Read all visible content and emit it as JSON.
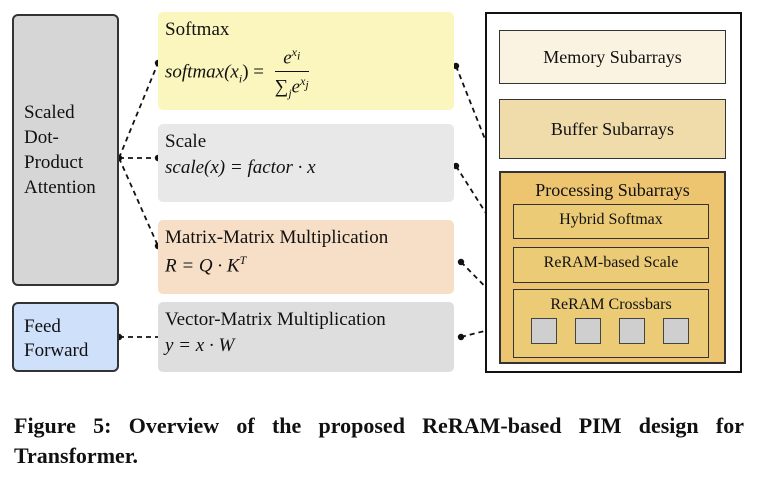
{
  "left": {
    "attention_lines": [
      "Scaled",
      "Dot-",
      "Product",
      "Attention"
    ],
    "feedforward_lines": [
      "Feed",
      "Forward"
    ]
  },
  "operations": {
    "softmax": {
      "title": "Softmax",
      "formula_lhs": "softmax(x",
      "formula_sub": "i",
      "formula_rhs": ") =",
      "num_base": "e",
      "num_exp": "x",
      "num_exp_sub": "i",
      "den_sum": "∑",
      "den_sub": "j",
      "den_base": "e",
      "den_exp": "x",
      "den_exp_sub": "j"
    },
    "scale": {
      "title": "Scale",
      "formula": "scale(x) = factor · x"
    },
    "matmul": {
      "title": "Matrix-Matrix Multiplication",
      "formula": "R = Q · K",
      "formula_sup": "T"
    },
    "vecmat": {
      "title": "Vector-Matrix Multiplication",
      "formula": "y = x · W"
    }
  },
  "pim": {
    "memory": "Memory Subarrays",
    "buffer": "Buffer Subarrays",
    "processing": "Processing Subarrays",
    "hybrid_softmax": "Hybrid Softmax",
    "reram_scale": "ReRAM-based Scale",
    "crossbars": "ReRAM Crossbars"
  },
  "caption": "Figure 5: Overview of the proposed ReRAM-based PIM design for Transformer."
}
